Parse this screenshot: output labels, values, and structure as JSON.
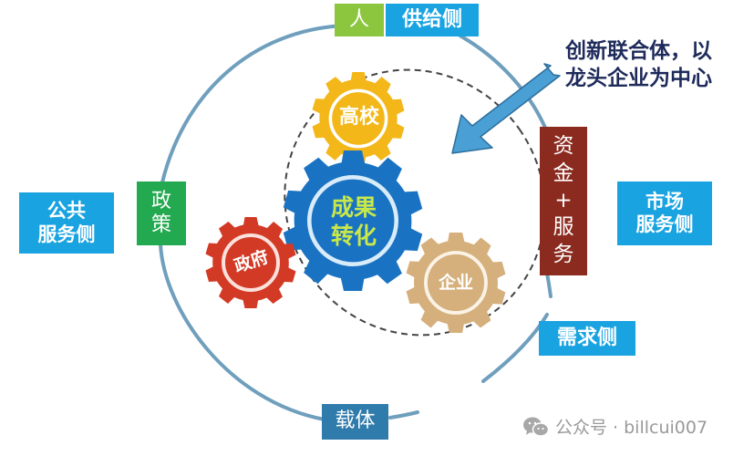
{
  "diagram": {
    "type": "innovation-ecosystem-gears",
    "colors": {
      "side_box_blue": "#19a3e0",
      "people_green": "#8cc63e",
      "policy_green": "#23a94f",
      "capital_darkred": "#8b2a1e",
      "carrier_steel": "#2f7bab",
      "ring_line": "#6f9fbd",
      "arrow_blue": "#4a9fd4",
      "gear_university": "#f3b719",
      "gear_core": "#1a73c2",
      "gear_government": "#d23a26",
      "gear_enterprise": "#d5b07c",
      "core_text": "#c8e84a"
    },
    "top": {
      "people_label": "人",
      "supply_side_label": "供给侧"
    },
    "left": {
      "public_service_label_line1": "公共",
      "public_service_label_line2": "服务侧",
      "policy_label_line1": "政",
      "policy_label_line2": "策"
    },
    "right": {
      "callout_line1": "创新联合体，以",
      "callout_line2": "龙头企业为中心",
      "capital_label_chars": [
        "资",
        "金",
        "+",
        "服",
        "务"
      ],
      "market_service_label_line1": "市场",
      "market_service_label_line2": "服务侧",
      "demand_side_label": "需求侧"
    },
    "bottom": {
      "carrier_label": "载体"
    },
    "gears": {
      "university": "高校",
      "core_line1": "成果",
      "core_line2": "转化",
      "government": "政府",
      "enterprise": "企业"
    }
  },
  "watermark": {
    "icon": "wechat-icon",
    "text": "公众号 · billcui007"
  }
}
